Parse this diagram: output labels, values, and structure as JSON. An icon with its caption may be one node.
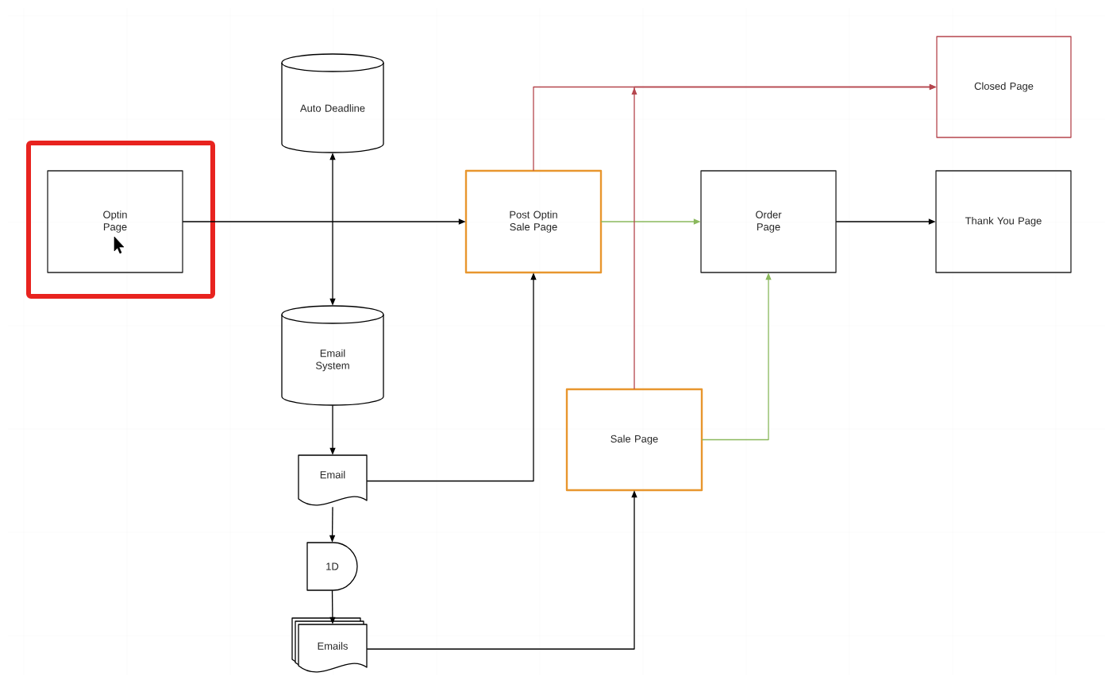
{
  "diagram": {
    "nodes": [
      {
        "text": [],
        "shape": "box"
      },
      {
        "text": [
          "Optin Page"
        ],
        "in": 0
      },
      {
        "text": [
          "Auto Deadline"
        ]
      },
      {
        "text": [
          "Post Optin Sale Page"
        ]
      },
      {
        "text": [
          "Closed Page"
        ]
      },
      {
        "text": [
          "Order Page"
        ]
      },
      {
        "text": [
          "Thank You Page"
        ]
      },
      {
        "text": [
          "Email System"
        ]
      },
      {
        "text": [
          "Email"
        ]
      },
      {
        "text": [
          "Sale Page"
        ]
      },
      {
        "text": [
          "1D"
        ]
      },
      {
        "text": [
          "Emails"
        ]
      }
    ],
    "edges": [
      {
        "from": 1,
        "to": 3,
        "arrow": "to"
      },
      {
        "from": 2,
        "to": 7,
        "arrow": "both"
      },
      {
        "from": 3,
        "to": 4,
        "arrow": "to",
        "color": "#b5464e"
      },
      {
        "from": 3,
        "to": 5,
        "arrow": "to",
        "color": "#8ab85c"
      },
      {
        "from": 5,
        "to": 6,
        "arrow": "to"
      },
      {
        "from": 9,
        "to": 4,
        "arrow": "to",
        "color": "#b5464e"
      },
      {
        "from": 9,
        "to": 5,
        "arrow": "to",
        "color": "#8ab85c"
      },
      {
        "from": 7,
        "to": 8,
        "arrow": "to"
      },
      {
        "from": 8,
        "to": 3,
        "arrow": "to"
      },
      {
        "from": 8,
        "to": 10,
        "arrow": "to"
      },
      {
        "from": 10,
        "to": 11,
        "arrow": "to"
      },
      {
        "from": 11,
        "to": 9,
        "arrow": "to"
      }
    ]
  }
}
